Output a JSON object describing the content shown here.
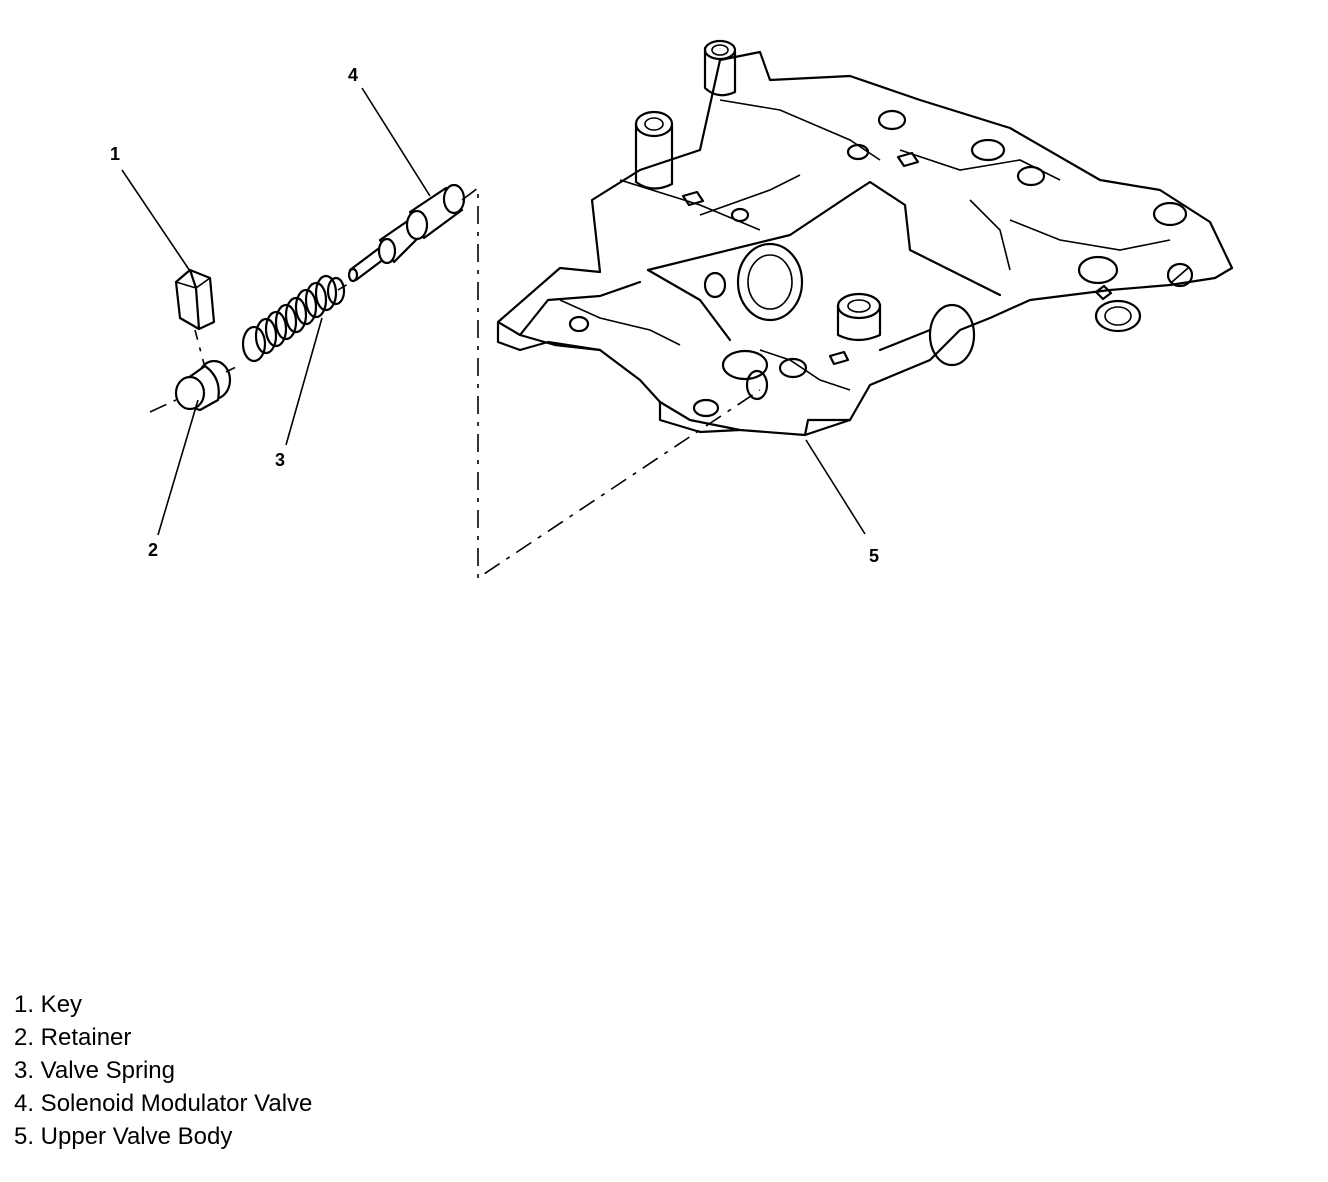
{
  "callouts": [
    "1",
    "2",
    "3",
    "4",
    "5"
  ],
  "legend": [
    "1. Key",
    "2. Retainer",
    "3. Valve Spring",
    "4. Solenoid Modulator Valve",
    "5. Upper Valve Body"
  ]
}
